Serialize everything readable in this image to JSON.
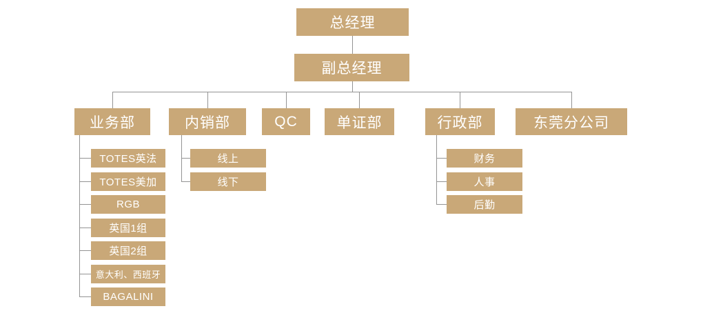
{
  "org_chart": {
    "root": {
      "label": "总经理"
    },
    "deputy": {
      "label": "副总经理"
    },
    "departments": [
      {
        "label": "业务部",
        "children": [
          "TOTES英法",
          "TOTES美加",
          "RGB",
          "英国1组",
          "英国2组",
          "意大利、西班牙",
          "BAGALINI"
        ]
      },
      {
        "label": "内销部",
        "children": [
          "线上",
          "线下"
        ]
      },
      {
        "label": "QC",
        "children": []
      },
      {
        "label": "单证部",
        "children": []
      },
      {
        "label": "行政部",
        "children": [
          "财务",
          "人事",
          "后勤"
        ]
      },
      {
        "label": "东莞分公司",
        "children": []
      }
    ],
    "colors": {
      "node_fill": "#C9A878",
      "node_text": "#FFFFFF",
      "connector": "#939393",
      "background": "#FFFFFF"
    }
  }
}
